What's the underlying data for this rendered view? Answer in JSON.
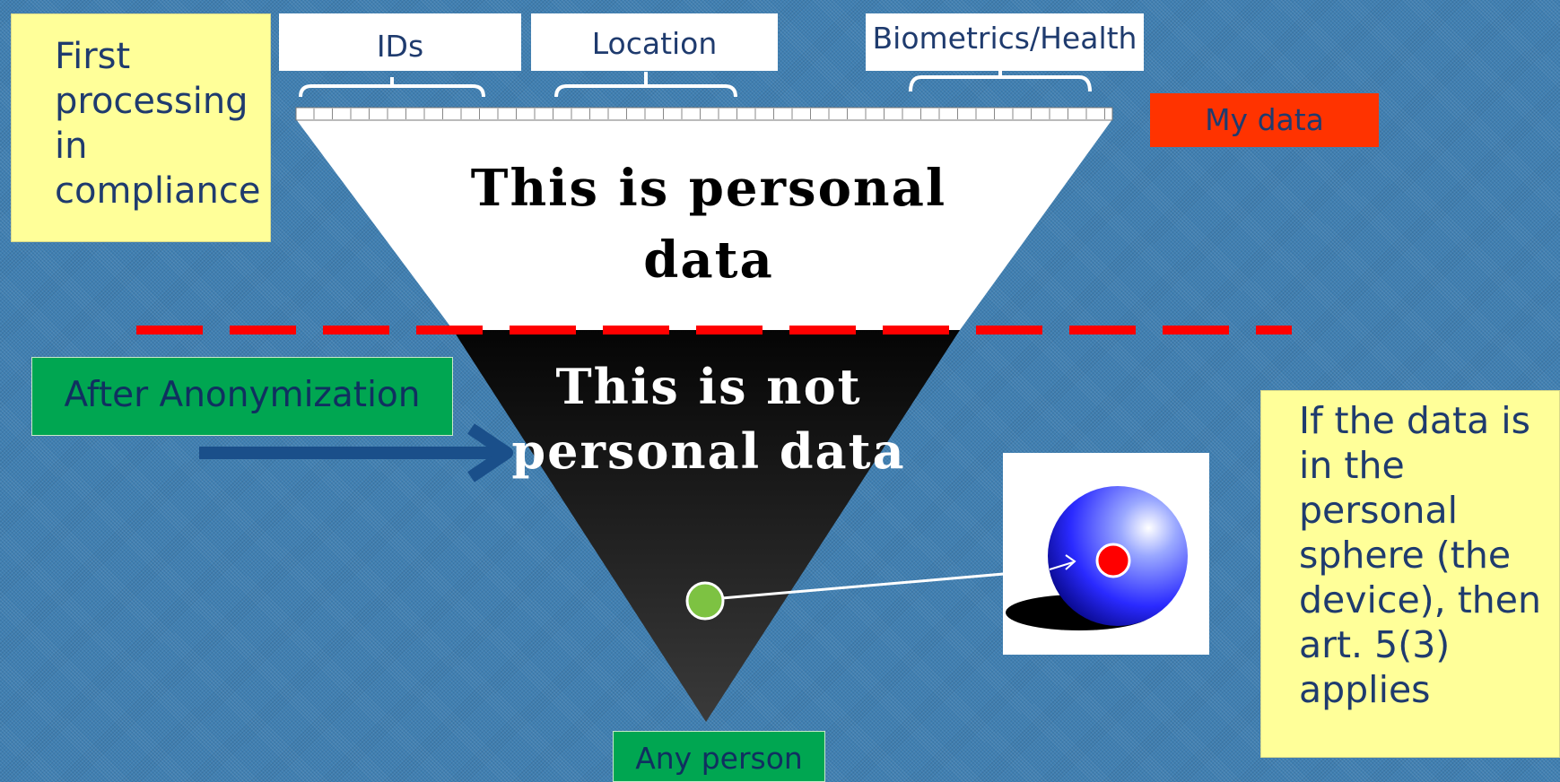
{
  "labels": {
    "first_processing": "First processing in compliance",
    "ids": "IDs",
    "location": "Location",
    "biometrics": "Biometrics/Health",
    "my_data": "My data",
    "after_anonymization": "After Anonymization",
    "any_person": "Any person",
    "art_note": "If the data is in the personal sphere (the device), then art. 5(3) applies"
  },
  "funnel": {
    "top_text": "This is personal data",
    "bottom_text": "This is not personal data"
  },
  "icons": {
    "sphere": "sphere-icon",
    "green_dot": "green-dot-icon",
    "arrow": "arrow-icon"
  },
  "colors": {
    "background": "#3f7fb2",
    "note_yellow": "#ffff99",
    "label_green": "#00a651",
    "my_data_red": "#ff3300",
    "divider_red": "#ff0000"
  }
}
